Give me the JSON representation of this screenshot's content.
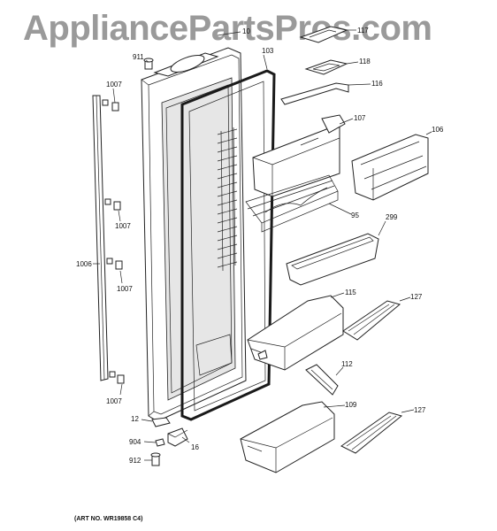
{
  "watermark": "AppliancePartsPros.com",
  "art_number": "(ART NO. WR19858 C4)",
  "callouts": {
    "c117": "117",
    "c10": "10",
    "c911": "911",
    "c103": "103",
    "c118": "118",
    "c116": "116",
    "c1007a": "1007",
    "c107": "107",
    "c106": "106",
    "c95": "95",
    "c299": "299",
    "c1007b": "1007",
    "c1006": "1006",
    "c1007c": "1007",
    "c115": "115",
    "c127a": "127",
    "c112": "112",
    "c1007d": "1007",
    "c109": "109",
    "c127b": "127",
    "c12": "12",
    "c904": "904",
    "c16": "16",
    "c912": "912"
  },
  "colors": {
    "watermark": "#9a9a9a",
    "line": "#222222"
  }
}
